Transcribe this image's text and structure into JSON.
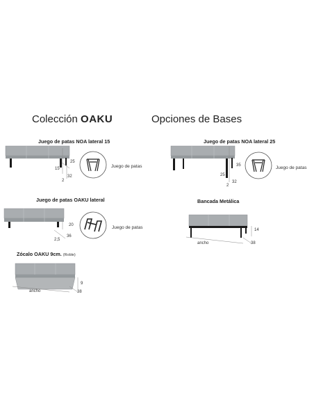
{
  "heading": {
    "collection_prefix": "Colección",
    "collection_name": "OAKU",
    "options_title": "Opciones de Bases"
  },
  "sections": [
    {
      "title": "Juego de patas NOA lateral 15",
      "dims": [
        "25",
        "15",
        "32",
        "2"
      ],
      "side_label": "Juego de patas"
    },
    {
      "title": "Juego de patas NOA lateral 25",
      "dims": [
        "35",
        "25",
        "32",
        "2"
      ],
      "side_label": "Juego de patas"
    },
    {
      "title": "Juego de patas OAKU lateral",
      "dims": [
        "20",
        "36",
        "2,5"
      ],
      "side_label": "Juego de patas"
    },
    {
      "title": "Bancada Metálica",
      "dims": [
        "14",
        "38"
      ],
      "width_label": "ancho"
    },
    {
      "title": "Zócalo OAKU 9cm.",
      "title_note": "(Roble)",
      "dims": [
        "9",
        "38"
      ],
      "width_label": "ancho"
    }
  ],
  "colors": {
    "cabinet": "#a9adb0",
    "cabinet_dark": "#8f9396",
    "metal": "#1a1a1a",
    "icon_circle": "#555555"
  }
}
